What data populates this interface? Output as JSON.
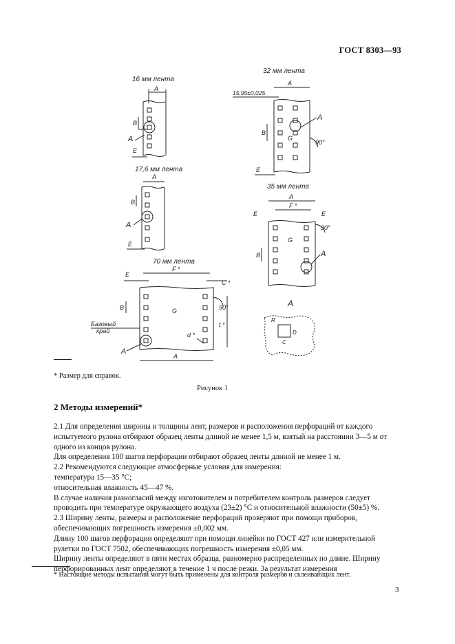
{
  "header": {
    "code": "ГОСТ 8303—93"
  },
  "figure": {
    "labels": {
      "t16": "16 мм лента",
      "t32": "32 мм лента",
      "t176": "17,6 мм лента",
      "t35": "35 мм лента",
      "t70": "70 мм лента",
      "A": "A",
      "B": "B",
      "E": "E",
      "G": "G",
      "F_star": "F *",
      "C_star": "C *",
      "t_star": "t *",
      "d_star": "d *",
      "dim_1595": "15,95±0,025",
      "angle_90": "90°",
      "base_line1": "Базовый",
      "base_line2": "край",
      "detail_A": "A",
      "R": "R",
      "C": "C",
      "D": "D"
    }
  },
  "footnote1": "* Размер для справок.",
  "caption": "Рисунок 1",
  "section": {
    "title": "2 Методы измерений*"
  },
  "body": [
    "2.1 Для определения ширины и толщины лент, размеров и расположения перфораций от каждого испытуемого рулона отбирают образец ленты длиной не менее 1,5 м, взятый на расстоянии 3—5 м от одного из концов рулона.",
    "Для определения 100 шагов перфорации отбирают образец ленты длиной не менее 1 м.",
    "2.2 Рекомендуются следующие атмосферные условия для измерения:",
    "температура 15—35 °С;",
    "относительная влажность 45—47 %.",
    "В случае наличия разногласий между изготовителем и потребителем контроль размеров следует проводить при температуре окружающего воздуха (23±2) °С и относительной влажности (50±5) %.",
    "2.3 Ширину ленты, размеры и расположение перфораций проверяют при помощи приборов, обеспечивающих погрешность измерения ±0,002 мм.",
    "Длину 100 шагов перфорации определяют при помощи линейки по ГОСТ 427 или измерительной рулетки по ГОСТ 7502, обеспечивающих погрешность измерения ±0,05 мм.",
    "Ширину ленты определяют в пяти местах образца, равномерно распределенных по длине. Ширину перфорированных лент определяют в течение 1 ч после резки. За результат измерения"
  ],
  "footnote2": "* Настоящие методы испытаний могут быть применены для контроля размеров и склеивающих лент.",
  "page_number": "3"
}
